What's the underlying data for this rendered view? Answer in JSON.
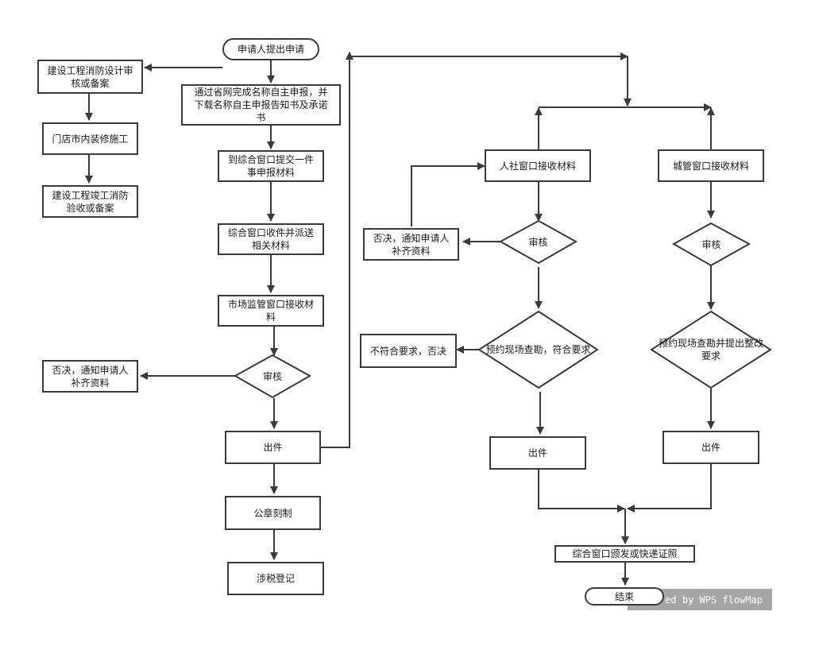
{
  "colors": {
    "stroke": "#3a3a3a",
    "text": "#1a1a1a",
    "watermark_bg": "#a6a6a6"
  },
  "nodes": {
    "start": "申请人提出申请",
    "fire_design": "建设工程消防设计审核或备案",
    "decoration": "门店市内装修施工",
    "fire_acceptance": "建设工程竣工消防验收或备案",
    "name_report": "通过省网完成名称自主申报，并下载名称自主申报告知书及承诺书",
    "submit_window": "到综合窗口提交一件事申报材料",
    "dispatch": "综合窗口收件并派送相关材料",
    "market_receive": "市场监管窗口接收材料",
    "review_market": "审核",
    "reject_market": "否决，通知申请人补齐资料",
    "issue_market": "出件",
    "seal": "公章刻制",
    "tax": "涉税登记",
    "hr_receive": "人社窗口接收材料",
    "review_hr": "审核",
    "reject_hr": "否决，通知申请人补齐资料",
    "site_hr": "预约现场查勘，符合要求",
    "not_meet": "不符合要求，否决",
    "issue_hr": "出件",
    "urban_receive": "城管窗口接收材料",
    "review_urban": "审核",
    "site_urban": "预约现场查勘并提出整改要求",
    "issue_urban": "出件",
    "final_issue": "综合窗口颁发或快递证照",
    "end": "结束"
  },
  "watermark": "ed by WPS flowMap"
}
